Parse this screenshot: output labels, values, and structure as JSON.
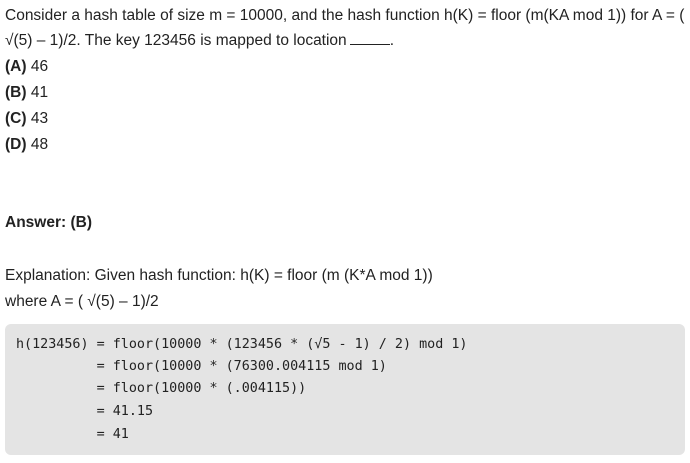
{
  "question": {
    "line1": "Consider a hash table of size m = 10000, and the hash function h(K) = floor (m(KA mod 1)) for A = (",
    "line2": "√(5) – 1)/2. The key 123456 is mapped to location",
    "line2_end": "."
  },
  "options": [
    {
      "key": "(A)",
      "text": " 46"
    },
    {
      "key": "(B)",
      "text": " 41"
    },
    {
      "key": "(C)",
      "text": " 43"
    },
    {
      "key": "(D)",
      "text": " 48"
    }
  ],
  "answer": {
    "label": "Answer: (B)"
  },
  "explanation": {
    "label": "Explanation:",
    "line1": " Given hash function: h(K) = floor (m (K*A mod 1))",
    "line2": "where A = ( √(5) – 1)/2"
  },
  "code": {
    "lines": [
      "h(123456) = floor(10000 * (123456 * (√5 - 1) / 2) mod 1)",
      "          = floor(10000 * (76300.004115 mod 1)",
      "          = floor(10000 * (.004115))",
      "          = 41.15",
      "          = 41"
    ]
  },
  "colors": {
    "text": "#222222",
    "code_background": "#e4e4e4"
  }
}
